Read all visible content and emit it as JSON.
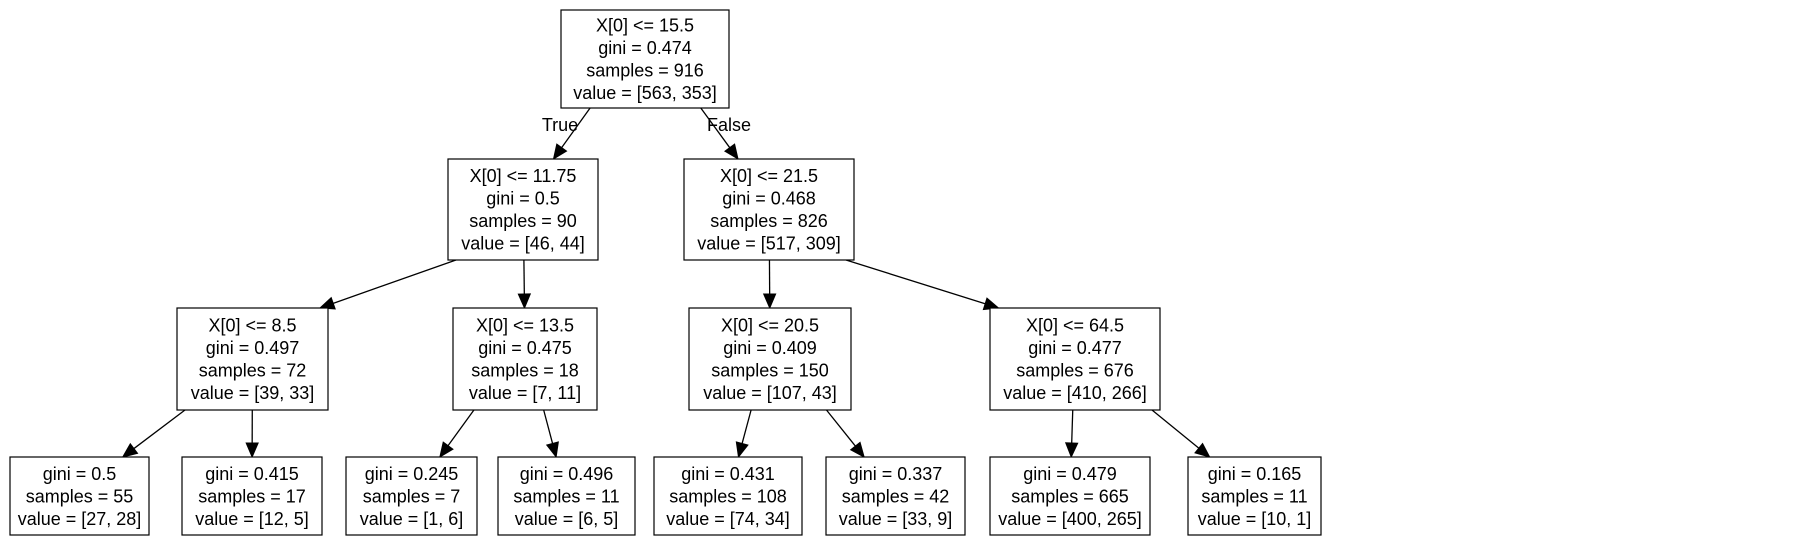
{
  "tree": {
    "nodes": [
      {
        "id": "n0",
        "lines": [
          "X[0] <= 15.5",
          "gini = 0.474",
          "samples = 916",
          "value = [563, 353]"
        ]
      },
      {
        "id": "n1",
        "lines": [
          "X[0] <= 11.75",
          "gini = 0.5",
          "samples = 90",
          "value = [46, 44]"
        ]
      },
      {
        "id": "n2",
        "lines": [
          "X[0] <= 21.5",
          "gini = 0.468",
          "samples = 826",
          "value = [517, 309]"
        ]
      },
      {
        "id": "n3",
        "lines": [
          "X[0] <= 8.5",
          "gini = 0.497",
          "samples = 72",
          "value = [39, 33]"
        ]
      },
      {
        "id": "n4",
        "lines": [
          "X[0] <= 13.5",
          "gini = 0.475",
          "samples = 18",
          "value = [7, 11]"
        ]
      },
      {
        "id": "n5",
        "lines": [
          "X[0] <= 20.5",
          "gini = 0.409",
          "samples = 150",
          "value = [107, 43]"
        ]
      },
      {
        "id": "n6",
        "lines": [
          "X[0] <= 64.5",
          "gini = 0.477",
          "samples = 676",
          "value = [410, 266]"
        ]
      },
      {
        "id": "n7",
        "lines": [
          "gini = 0.5",
          "samples = 55",
          "value = [27, 28]"
        ]
      },
      {
        "id": "n8",
        "lines": [
          "gini = 0.415",
          "samples = 17",
          "value = [12, 5]"
        ]
      },
      {
        "id": "n9",
        "lines": [
          "gini = 0.245",
          "samples = 7",
          "value = [1, 6]"
        ]
      },
      {
        "id": "n10",
        "lines": [
          "gini = 0.496",
          "samples = 11",
          "value = [6, 5]"
        ]
      },
      {
        "id": "n11",
        "lines": [
          "gini = 0.431",
          "samples = 108",
          "value = [74, 34]"
        ]
      },
      {
        "id": "n12",
        "lines": [
          "gini = 0.337",
          "samples = 42",
          "value = [33, 9]"
        ]
      },
      {
        "id": "n13",
        "lines": [
          "gini = 0.479",
          "samples = 665",
          "value = [400, 265]"
        ]
      },
      {
        "id": "n14",
        "lines": [
          "gini = 0.165",
          "samples = 11",
          "value = [10, 1]"
        ]
      }
    ],
    "edges": [
      {
        "from": "n0",
        "to": "n1",
        "label": "True"
      },
      {
        "from": "n0",
        "to": "n2",
        "label": "False"
      },
      {
        "from": "n1",
        "to": "n3",
        "label": ""
      },
      {
        "from": "n1",
        "to": "n4",
        "label": ""
      },
      {
        "from": "n2",
        "to": "n5",
        "label": ""
      },
      {
        "from": "n2",
        "to": "n6",
        "label": ""
      },
      {
        "from": "n3",
        "to": "n7",
        "label": ""
      },
      {
        "from": "n3",
        "to": "n8",
        "label": ""
      },
      {
        "from": "n4",
        "to": "n9",
        "label": ""
      },
      {
        "from": "n4",
        "to": "n10",
        "label": ""
      },
      {
        "from": "n5",
        "to": "n11",
        "label": ""
      },
      {
        "from": "n5",
        "to": "n12",
        "label": ""
      },
      {
        "from": "n6",
        "to": "n13",
        "label": ""
      },
      {
        "from": "n6",
        "to": "n14",
        "label": ""
      }
    ]
  }
}
